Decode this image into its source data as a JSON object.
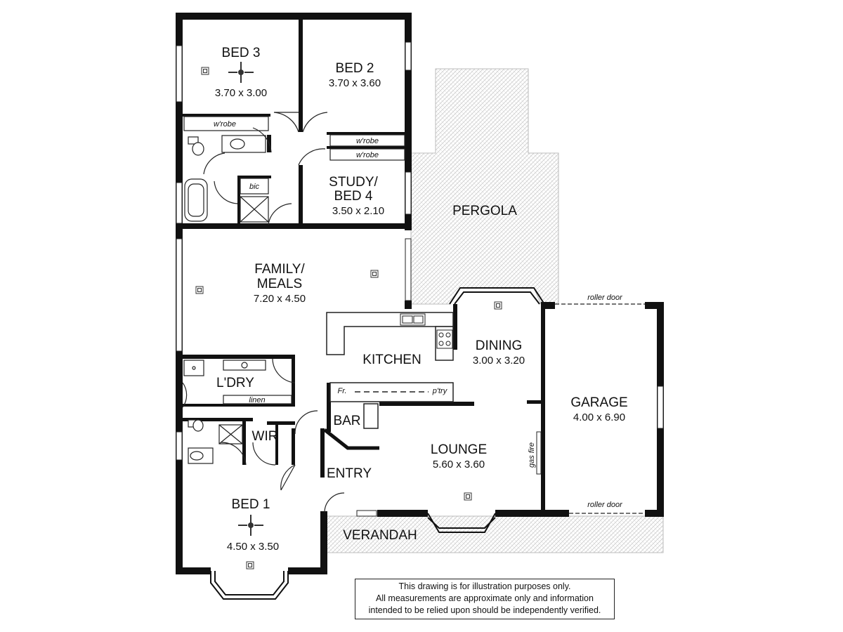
{
  "rooms": {
    "bed3": {
      "name": "BED 3",
      "dims": "3.70 x 3.00"
    },
    "bed2": {
      "name": "BED 2",
      "dims": "3.70 x 3.60"
    },
    "study": {
      "name1": "STUDY/",
      "name2": "BED 4",
      "dims": "3.50 x 2.10"
    },
    "pergola": {
      "name": "PERGOLA"
    },
    "family": {
      "name1": "FAMILY/",
      "name2": "MEALS",
      "dims": "7.20 x 4.50"
    },
    "kitchen": {
      "name": "KITCHEN"
    },
    "dining": {
      "name": "DINING",
      "dims": "3.00 x 3.20"
    },
    "garage": {
      "name": "GARAGE",
      "dims": "4.00 x 6.90"
    },
    "ldry": {
      "name": "L'DRY"
    },
    "wir": {
      "name": "WIR"
    },
    "bar": {
      "name": "BAR"
    },
    "lounge": {
      "name": "LOUNGE",
      "dims": "5.60 x 3.60"
    },
    "entry": {
      "name": "ENTRY"
    },
    "bed1": {
      "name": "BED 1",
      "dims": "4.50 x 3.50"
    },
    "verandah": {
      "name": "VERANDAH"
    }
  },
  "small_labels": {
    "wrobe": "w'robe",
    "bic": "bic",
    "linen": "linen",
    "fridge": "Fr.",
    "pantry": "p'try",
    "gas_fire": "gas fire",
    "roller_door": "roller door"
  },
  "disclaimer": [
    "This drawing is for illustration purposes only.",
    "All measurements are approximate only and information",
    "intended to be relied upon should be independently verified."
  ]
}
